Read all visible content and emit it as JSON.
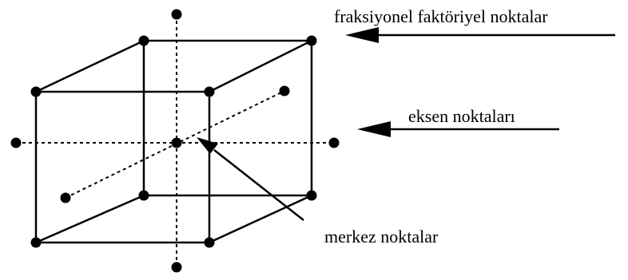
{
  "labels": {
    "factorial": "fraksiyonel faktöriyel noktalar",
    "axial": "eksen noktaları",
    "center": "merkez noktalar"
  },
  "colors": {
    "ink": "#000000",
    "background": "#ffffff"
  }
}
